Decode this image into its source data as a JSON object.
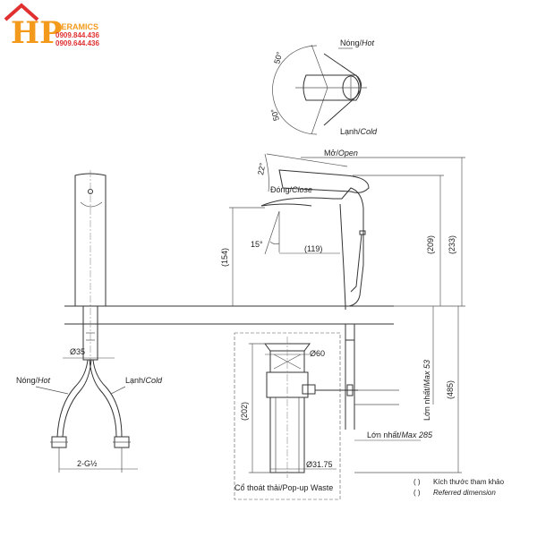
{
  "logo": {
    "brand": "HP",
    "subtitle": "CERAMICS",
    "phone1": "0909.844.436",
    "phone2": "0909.644.436"
  },
  "top_view": {
    "hot_label_vi": "Nóng/",
    "hot_label_en": "Hot",
    "cold_label_vi": "Lạnh/",
    "cold_label_en": "Cold",
    "angle_top": "50°",
    "angle_bottom": "50°"
  },
  "side_view": {
    "open_vi": "Mở/",
    "open_en": "Open",
    "close_vi": "Đóng/",
    "close_en": "Close",
    "angle_lever": "22°",
    "angle_spout": "15°",
    "dim_reach": "(119)",
    "dim_height_spout": "(154)",
    "dim_209": "(209)",
    "dim_233": "(233)",
    "dim_485": "(485)",
    "max53_vi": "Lớn nhất/",
    "max53_en": "Max 53",
    "max285_vi": "Lớn nhất/",
    "max285_en": "Max 285"
  },
  "front_view": {
    "dia35": "Ø35",
    "hot_vi": "Nóng/",
    "hot_en": "Hot",
    "cold_vi": "Lạnh/",
    "cold_en": "Cold",
    "thread": "2-G½"
  },
  "waste": {
    "dia60": "Ø60",
    "dim202": "(202)",
    "dia3175": "Ø31.75",
    "caption": "Cổ thoát thải/Pop-up Waste"
  },
  "legend": {
    "paren1": "(   )",
    "line1": "Kích thước tham khảo",
    "paren2": "(   )",
    "line2": "Referred dimension"
  }
}
